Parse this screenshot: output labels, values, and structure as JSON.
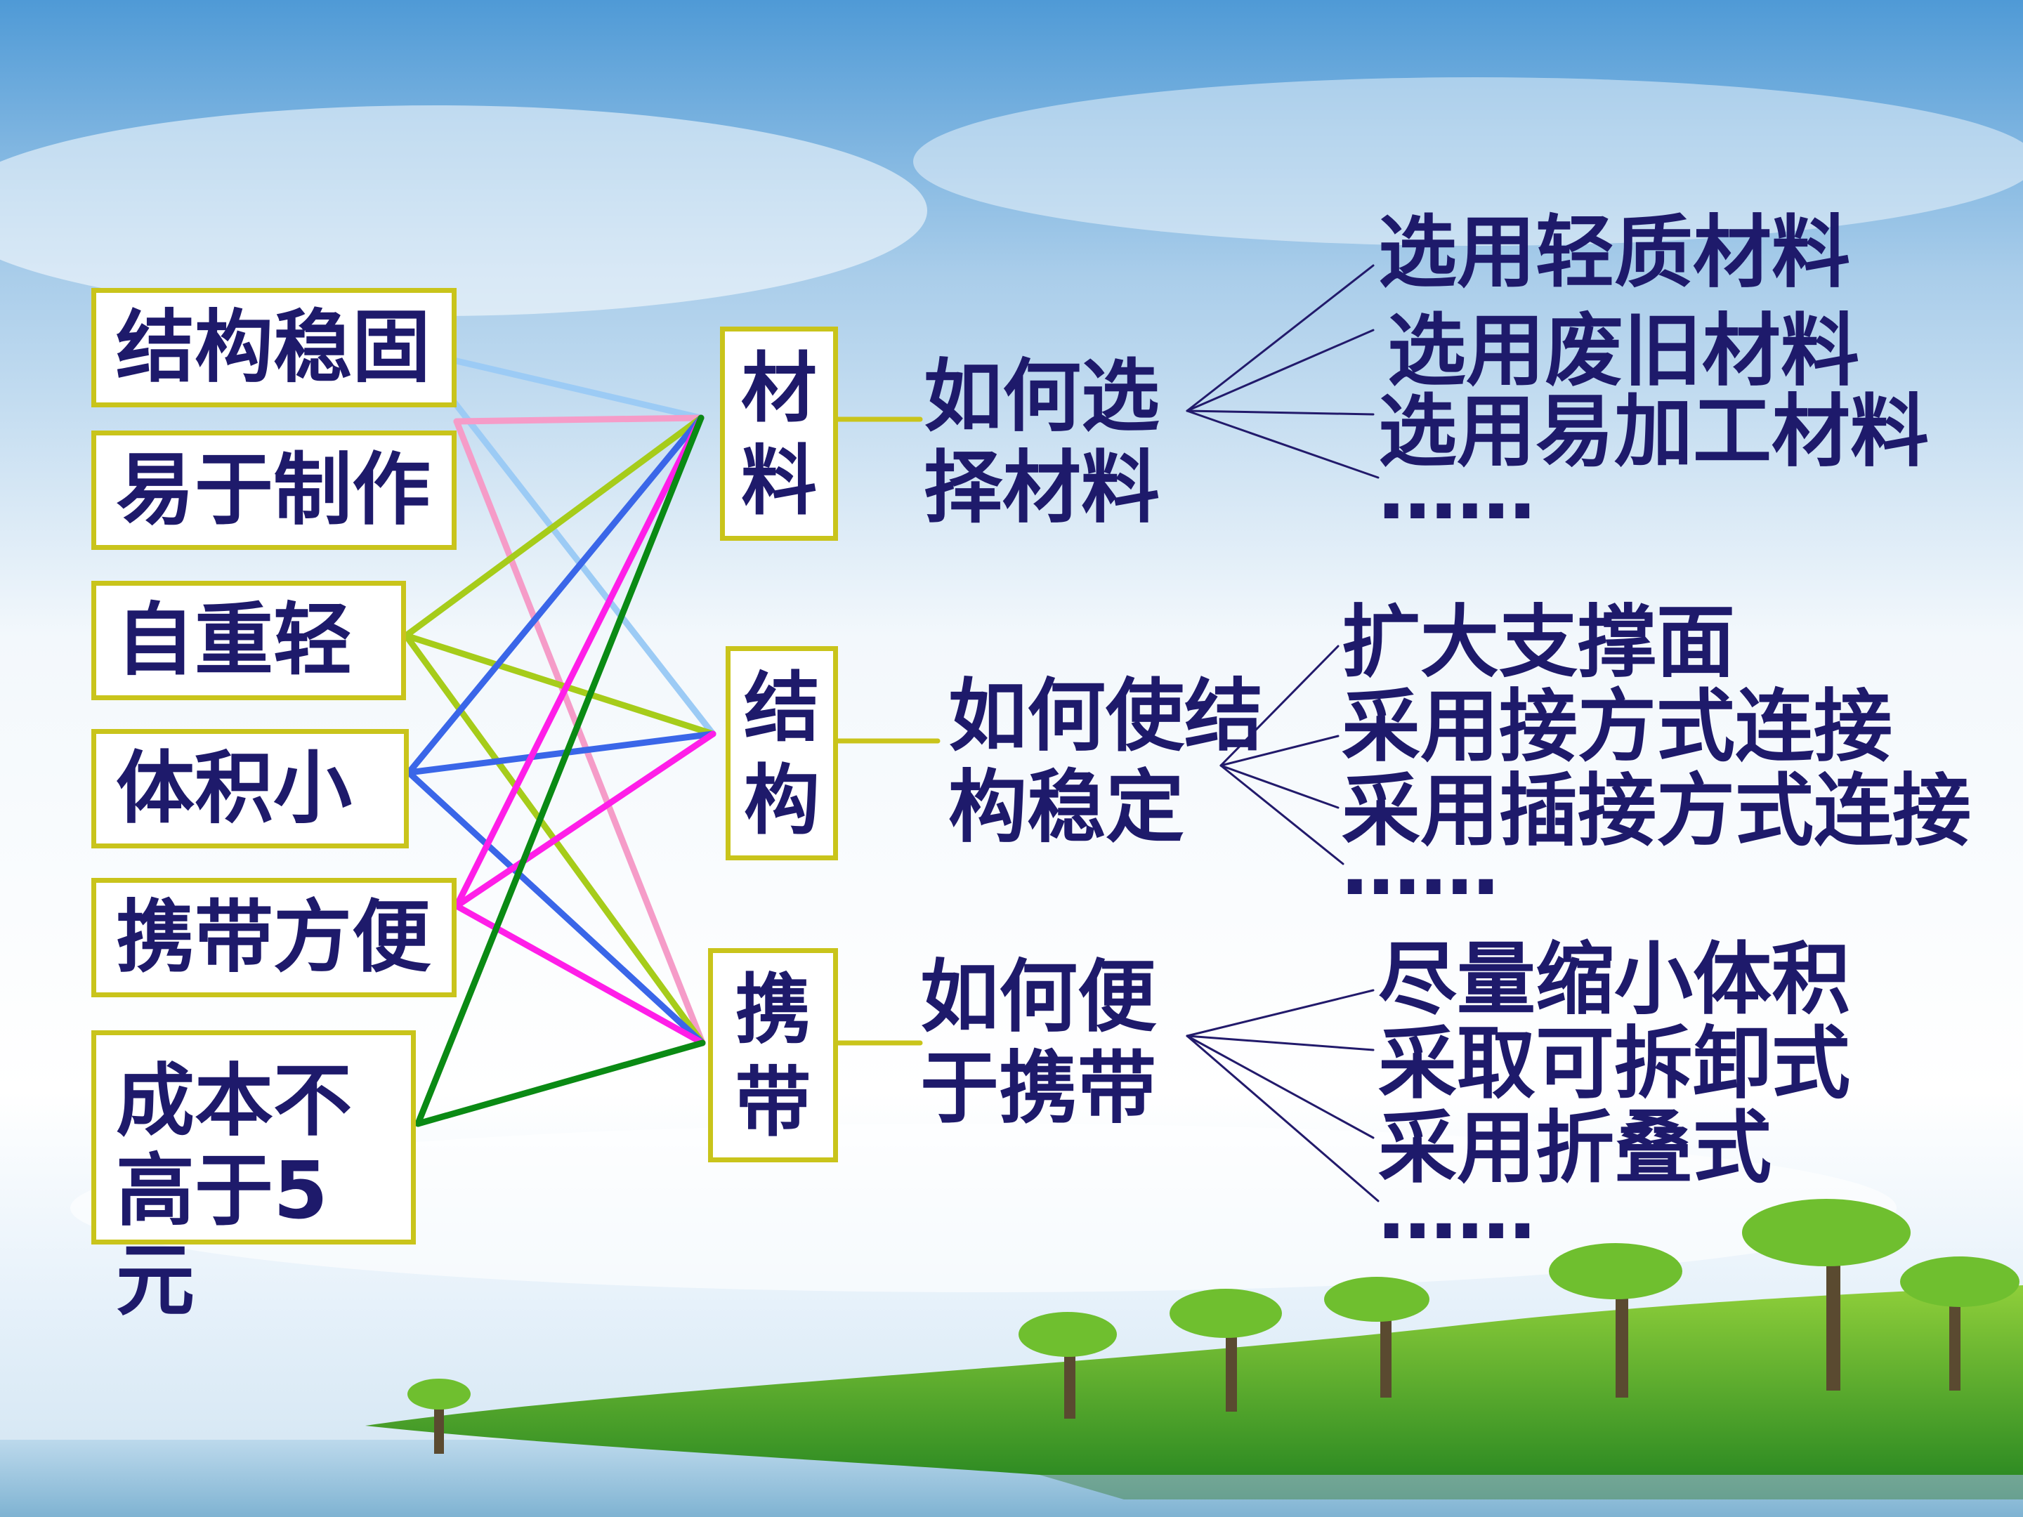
{
  "requirements": [
    {
      "id": "stable",
      "label": "结构稳固"
    },
    {
      "id": "easy",
      "label": "易于制作"
    },
    {
      "id": "light",
      "label": "自重轻"
    },
    {
      "id": "small",
      "label": "体积小"
    },
    {
      "id": "portable",
      "label": "携带方便"
    },
    {
      "id": "cost",
      "label": "成本不\n高于5元"
    }
  ],
  "categories": [
    {
      "id": "material",
      "label": "材\n料",
      "question": "如何选\n择材料",
      "methods": [
        "选用轻质材料",
        "选用废旧材料",
        "选用易加工材料",
        "……"
      ]
    },
    {
      "id": "structure",
      "label": "结\n构",
      "question": "如何使结\n构稳定",
      "methods": [
        "扩大支撑面",
        "采用接方式连接",
        "采用插接方式连接",
        "……"
      ]
    },
    {
      "id": "carry",
      "label": "携\n带",
      "question": "如何便\n于携带",
      "methods": [
        "尽量缩小体积",
        "采取可拆卸式",
        "采用折叠式",
        "……"
      ]
    }
  ],
  "links": [
    {
      "from": "stable",
      "to": "material",
      "color": "#9ccbf5"
    },
    {
      "from": "stable",
      "to": "structure",
      "color": "#9ccbf5"
    },
    {
      "from": "easy",
      "to": "material",
      "color": "#f59cc8"
    },
    {
      "from": "easy",
      "to": "carry",
      "color": "#f59cc8"
    },
    {
      "from": "light",
      "to": "material",
      "color": "#a6cc1a"
    },
    {
      "from": "light",
      "to": "structure",
      "color": "#a6cc1a"
    },
    {
      "from": "light",
      "to": "carry",
      "color": "#a6cc1a"
    },
    {
      "from": "small",
      "to": "material",
      "color": "#3a66e8"
    },
    {
      "from": "small",
      "to": "structure",
      "color": "#3a66e8"
    },
    {
      "from": "small",
      "to": "carry",
      "color": "#3a66e8"
    },
    {
      "from": "portable",
      "to": "material",
      "color": "#ff1ee8"
    },
    {
      "from": "portable",
      "to": "structure",
      "color": "#ff1ee8"
    },
    {
      "from": "portable",
      "to": "carry",
      "color": "#ff1ee8"
    },
    {
      "from": "cost",
      "to": "material",
      "color": "#0a8a14"
    },
    {
      "from": "cost",
      "to": "carry",
      "color": "#0a8a14"
    }
  ],
  "colors": {
    "box_border": "#c9c41b",
    "text": "#1e1a6b",
    "connector_yellow": "#c9c41b",
    "branch_line": "#221a6b"
  }
}
